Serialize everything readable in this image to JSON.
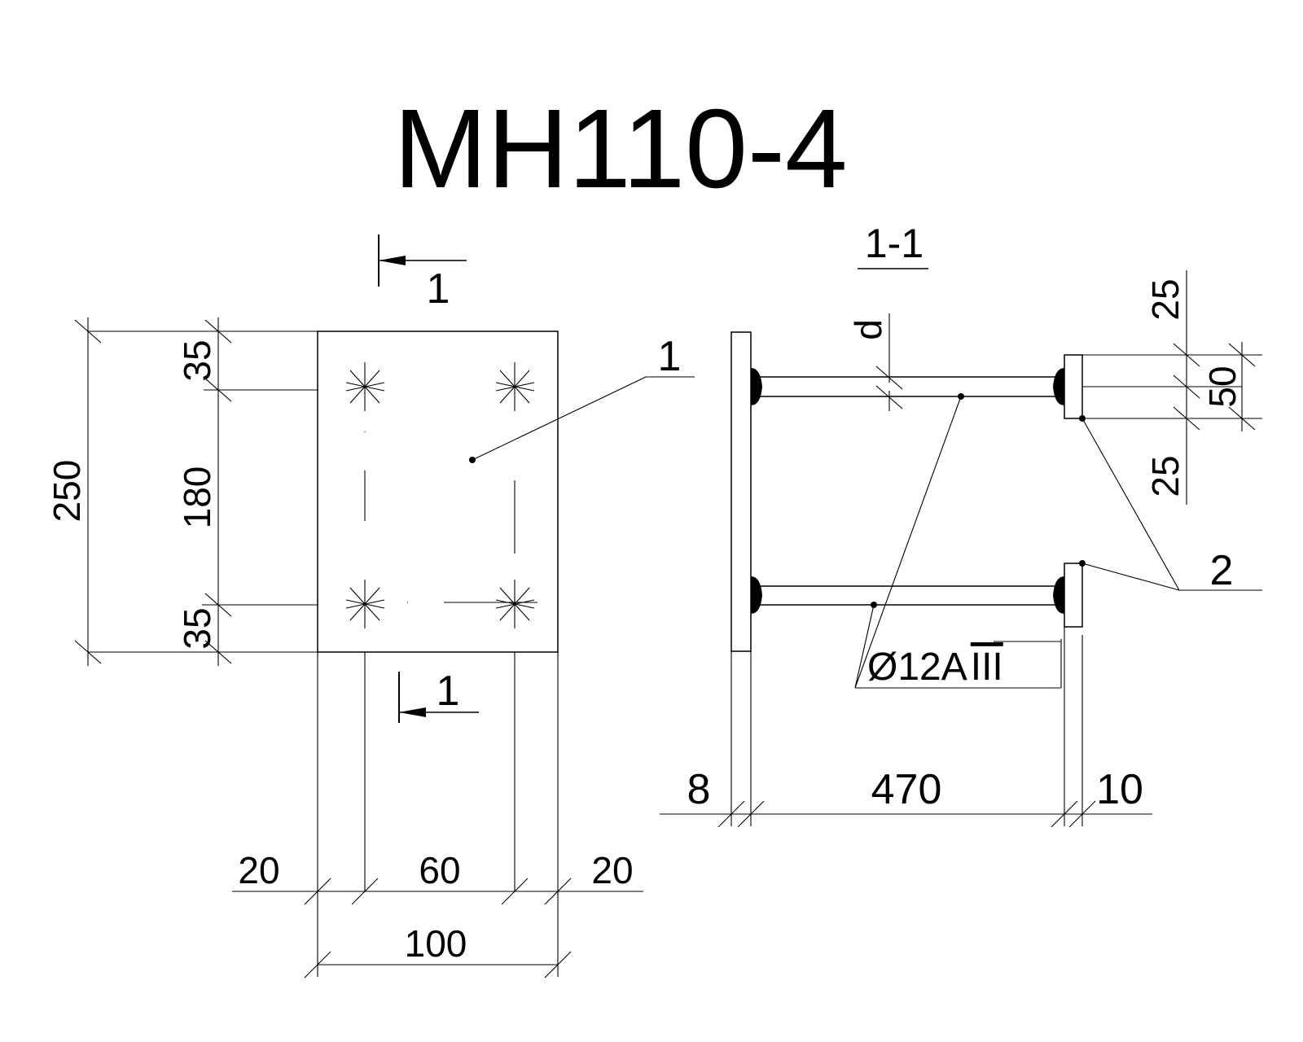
{
  "title": "МН110-4",
  "section_label": "1-1",
  "section_marks": {
    "top": "1",
    "bottom": "1"
  },
  "callouts": {
    "plate": "1",
    "bolt": "2"
  },
  "rebar_label": {
    "prefix": "Ø12A",
    "class": "III"
  },
  "dim_d": "d",
  "plan_dims": {
    "height_total": "250",
    "top_edge": "35",
    "middle": "180",
    "bottom_edge": "35",
    "left_edge": "20",
    "center": "60",
    "right_edge": "20",
    "width_total": "100"
  },
  "section_dims": {
    "plate_thickness": "8",
    "anchor_length": "470",
    "end_plate_thickness": "10",
    "top_offset": "25",
    "end_plate_height": "50",
    "bottom_offset": "25"
  }
}
